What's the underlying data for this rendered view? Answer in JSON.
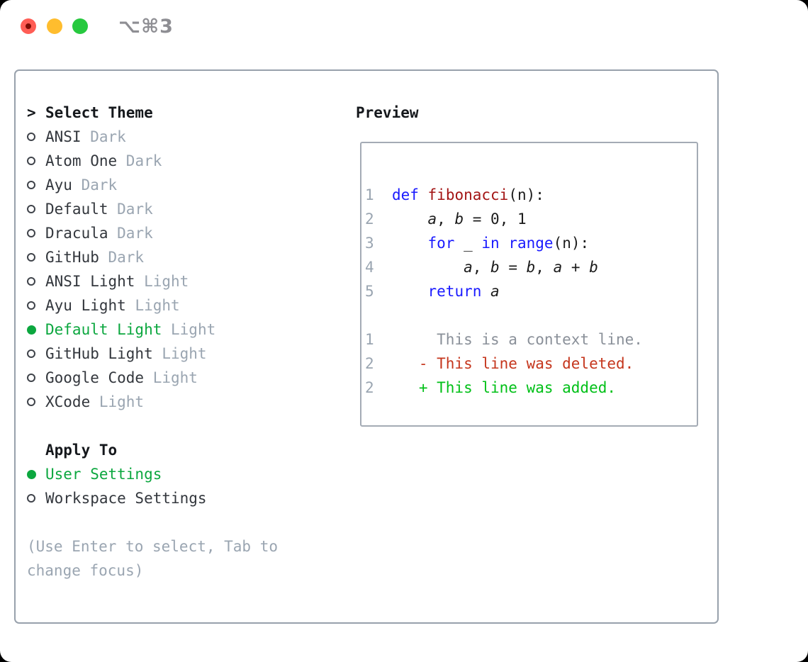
{
  "window": {
    "title": "⌥⌘3",
    "traffic_lights": [
      {
        "name": "close",
        "color": "#ff5d55",
        "dot_color": "#7e0d05"
      },
      {
        "name": "minimize",
        "color": "#ffbd2e"
      },
      {
        "name": "zoom",
        "color": "#27c93f"
      }
    ]
  },
  "theme_list": {
    "header": {
      "prompt": ">",
      "label": "Select Theme"
    },
    "items": [
      {
        "name": "ANSI",
        "tag": "Dark",
        "selected": false
      },
      {
        "name": "Atom One",
        "tag": "Dark",
        "selected": false
      },
      {
        "name": "Ayu",
        "tag": "Dark",
        "selected": false
      },
      {
        "name": "Default",
        "tag": "Dark",
        "selected": false
      },
      {
        "name": "Dracula",
        "tag": "Dark",
        "selected": false
      },
      {
        "name": "GitHub",
        "tag": "Dark",
        "selected": false
      },
      {
        "name": "ANSI Light",
        "tag": "Light",
        "selected": false
      },
      {
        "name": "Ayu Light",
        "tag": "Light",
        "selected": false
      },
      {
        "name": "Default Light",
        "tag": "Light",
        "selected": true
      },
      {
        "name": "GitHub Light",
        "tag": "Light",
        "selected": false
      },
      {
        "name": "Google Code",
        "tag": "Light",
        "selected": false
      },
      {
        "name": "XCode",
        "tag": "Light",
        "selected": false
      }
    ]
  },
  "apply_to": {
    "label": "Apply To",
    "options": [
      {
        "name": "User Settings",
        "selected": true
      },
      {
        "name": "Workspace Settings",
        "selected": false
      }
    ]
  },
  "hint": {
    "line1": "(Use Enter to select, Tab to",
    "line2": "change focus)"
  },
  "preview": {
    "label": "Preview",
    "lines": [
      {
        "num": "1",
        "gap": "  ",
        "segs": [
          {
            "role": "keyword",
            "text": "def"
          },
          {
            "role": "plain",
            "text": " "
          },
          {
            "role": "function",
            "text": "fibonacci"
          },
          {
            "role": "plain",
            "text": "(n):"
          }
        ]
      },
      {
        "num": "2",
        "gap": "  ",
        "segs": [
          {
            "role": "plain",
            "text": "    "
          },
          {
            "role": "variable",
            "text": "a"
          },
          {
            "role": "plain",
            "text": ", "
          },
          {
            "role": "variable",
            "text": "b"
          },
          {
            "role": "plain",
            "text": " = 0, 1"
          }
        ]
      },
      {
        "num": "3",
        "gap": "  ",
        "segs": [
          {
            "role": "plain",
            "text": "    "
          },
          {
            "role": "keyword",
            "text": "for"
          },
          {
            "role": "plain",
            "text": " _ "
          },
          {
            "role": "keyword",
            "text": "in"
          },
          {
            "role": "plain",
            "text": " "
          },
          {
            "role": "keyword",
            "text": "range"
          },
          {
            "role": "plain",
            "text": "(n):"
          }
        ]
      },
      {
        "num": "4",
        "gap": "  ",
        "segs": [
          {
            "role": "plain",
            "text": "        "
          },
          {
            "role": "variable",
            "text": "a"
          },
          {
            "role": "plain",
            "text": ", "
          },
          {
            "role": "variable",
            "text": "b"
          },
          {
            "role": "plain",
            "text": " = "
          },
          {
            "role": "variable",
            "text": "b"
          },
          {
            "role": "plain",
            "text": ", "
          },
          {
            "role": "variable",
            "text": "a"
          },
          {
            "role": "plain",
            "text": " + "
          },
          {
            "role": "variable",
            "text": "b"
          }
        ]
      },
      {
        "num": "5",
        "gap": "  ",
        "segs": [
          {
            "role": "plain",
            "text": "    "
          },
          {
            "role": "keyword",
            "text": "return"
          },
          {
            "role": "plain",
            "text": " "
          },
          {
            "role": "variable",
            "text": "a"
          }
        ]
      },
      {
        "num": "",
        "gap": "",
        "segs": []
      },
      {
        "num": "1",
        "gap": "       ",
        "segs": [
          {
            "role": "context",
            "text": "This is a context line."
          }
        ]
      },
      {
        "num": "2",
        "gap": "     ",
        "segs": [
          {
            "role": "deleted",
            "text": "- This line was deleted."
          }
        ]
      },
      {
        "num": "2",
        "gap": "     ",
        "segs": [
          {
            "role": "added",
            "text": "+ This line was added."
          }
        ]
      }
    ]
  },
  "colors": {
    "accent_green": "#0ca73f",
    "tag_gray": "#9aa5b1",
    "keyword_blue": "#1a1aff",
    "function_red": "#a31515",
    "context_gray": "#8a9099",
    "deleted_red": "#c5361d",
    "added_green": "#00c017",
    "panel_border": "#98a1ac"
  }
}
